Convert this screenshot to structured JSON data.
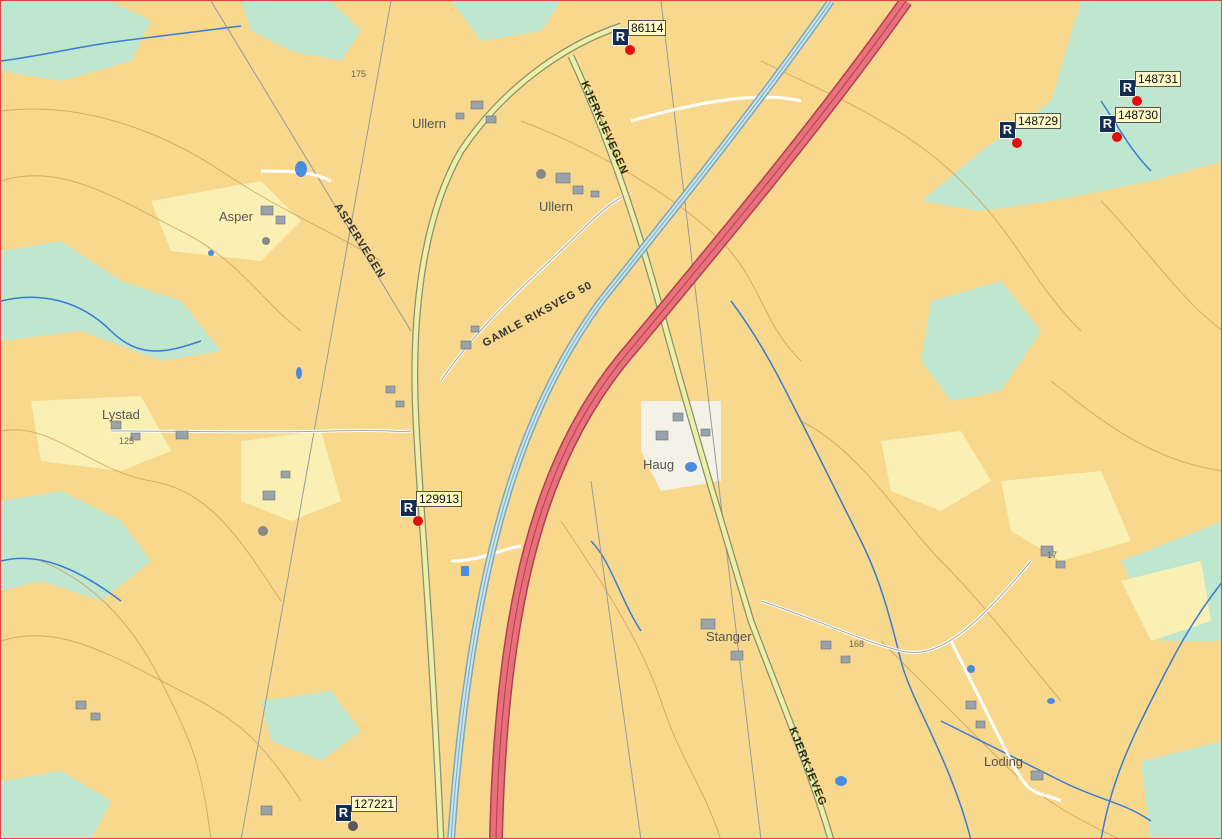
{
  "places": [
    {
      "id": "ullern-1",
      "name": "Ullern"
    },
    {
      "id": "ullern-2",
      "name": "Ullern"
    },
    {
      "id": "asper",
      "name": "Asper"
    },
    {
      "id": "lystad",
      "name": "Lystad"
    },
    {
      "id": "haug",
      "name": "Haug"
    },
    {
      "id": "stanger",
      "name": "Stanger"
    },
    {
      "id": "loding",
      "name": "Loding"
    }
  ],
  "roads": {
    "aspervegen": "ASPERVEGEN",
    "gamle_riksveg": "GAMLE RIKSVEG 50",
    "kjerkjevegen_1": "KJERKJEVEGEN",
    "kjerkjevegen_2": "KJERKJEVEG"
  },
  "heights": [
    "175",
    "125",
    "168",
    "17"
  ],
  "markers": [
    {
      "id": "86114",
      "label": "86114",
      "sign": "R",
      "dot": "red"
    },
    {
      "id": "148731",
      "label": "148731",
      "sign": "R",
      "dot": "red"
    },
    {
      "id": "148729",
      "label": "148729",
      "sign": "R",
      "dot": "red"
    },
    {
      "id": "148730",
      "label": "148730",
      "sign": "R",
      "dot": "red"
    },
    {
      "id": "129913",
      "label": "129913",
      "sign": "R",
      "dot": "red"
    },
    {
      "id": "127221",
      "label": "127221",
      "sign": "R",
      "dot": "grey"
    }
  ],
  "colors": {
    "land": "#f7d88c",
    "forest": "#bfe6cf",
    "field": "#fbf0b4",
    "highway": "#e8707a",
    "railway": "#8cbfd4",
    "water": "#3a7bd5",
    "marker_dot_active": "#e20f0f",
    "marker_dot_inactive": "#595959",
    "marker_sign": "#152d52"
  }
}
